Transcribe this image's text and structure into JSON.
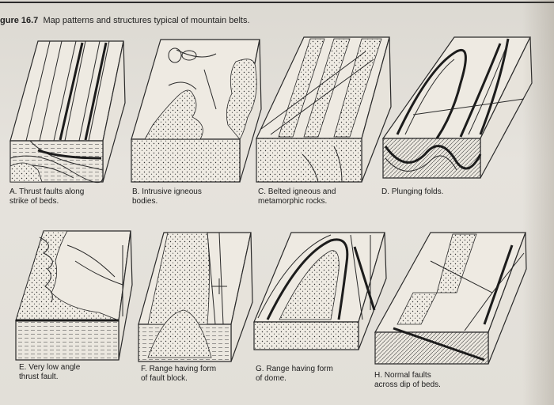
{
  "figure": {
    "number": "gure 16.7",
    "title": "Map patterns and structures typical of mountain belts."
  },
  "panels": [
    {
      "id": "A",
      "letter": "A.",
      "text": "Thrust faults along\nstrike of beds."
    },
    {
      "id": "B",
      "letter": "B.",
      "text": "Intrusive igneous\nbodies."
    },
    {
      "id": "C",
      "letter": "C.",
      "text": "Belted igneous and\nmetamorphic rocks."
    },
    {
      "id": "D",
      "letter": "D.",
      "text": "Plunging folds."
    },
    {
      "id": "E",
      "letter": "E.",
      "text": "Very low angle\nthrust fault."
    },
    {
      "id": "F",
      "letter": "F.",
      "text": "Range having form\nof fault block."
    },
    {
      "id": "G",
      "letter": "G.",
      "text": "Range having form\nof dome."
    },
    {
      "id": "H",
      "letter": "H.",
      "text": "Normal faults\nacross dip of beds."
    }
  ]
}
